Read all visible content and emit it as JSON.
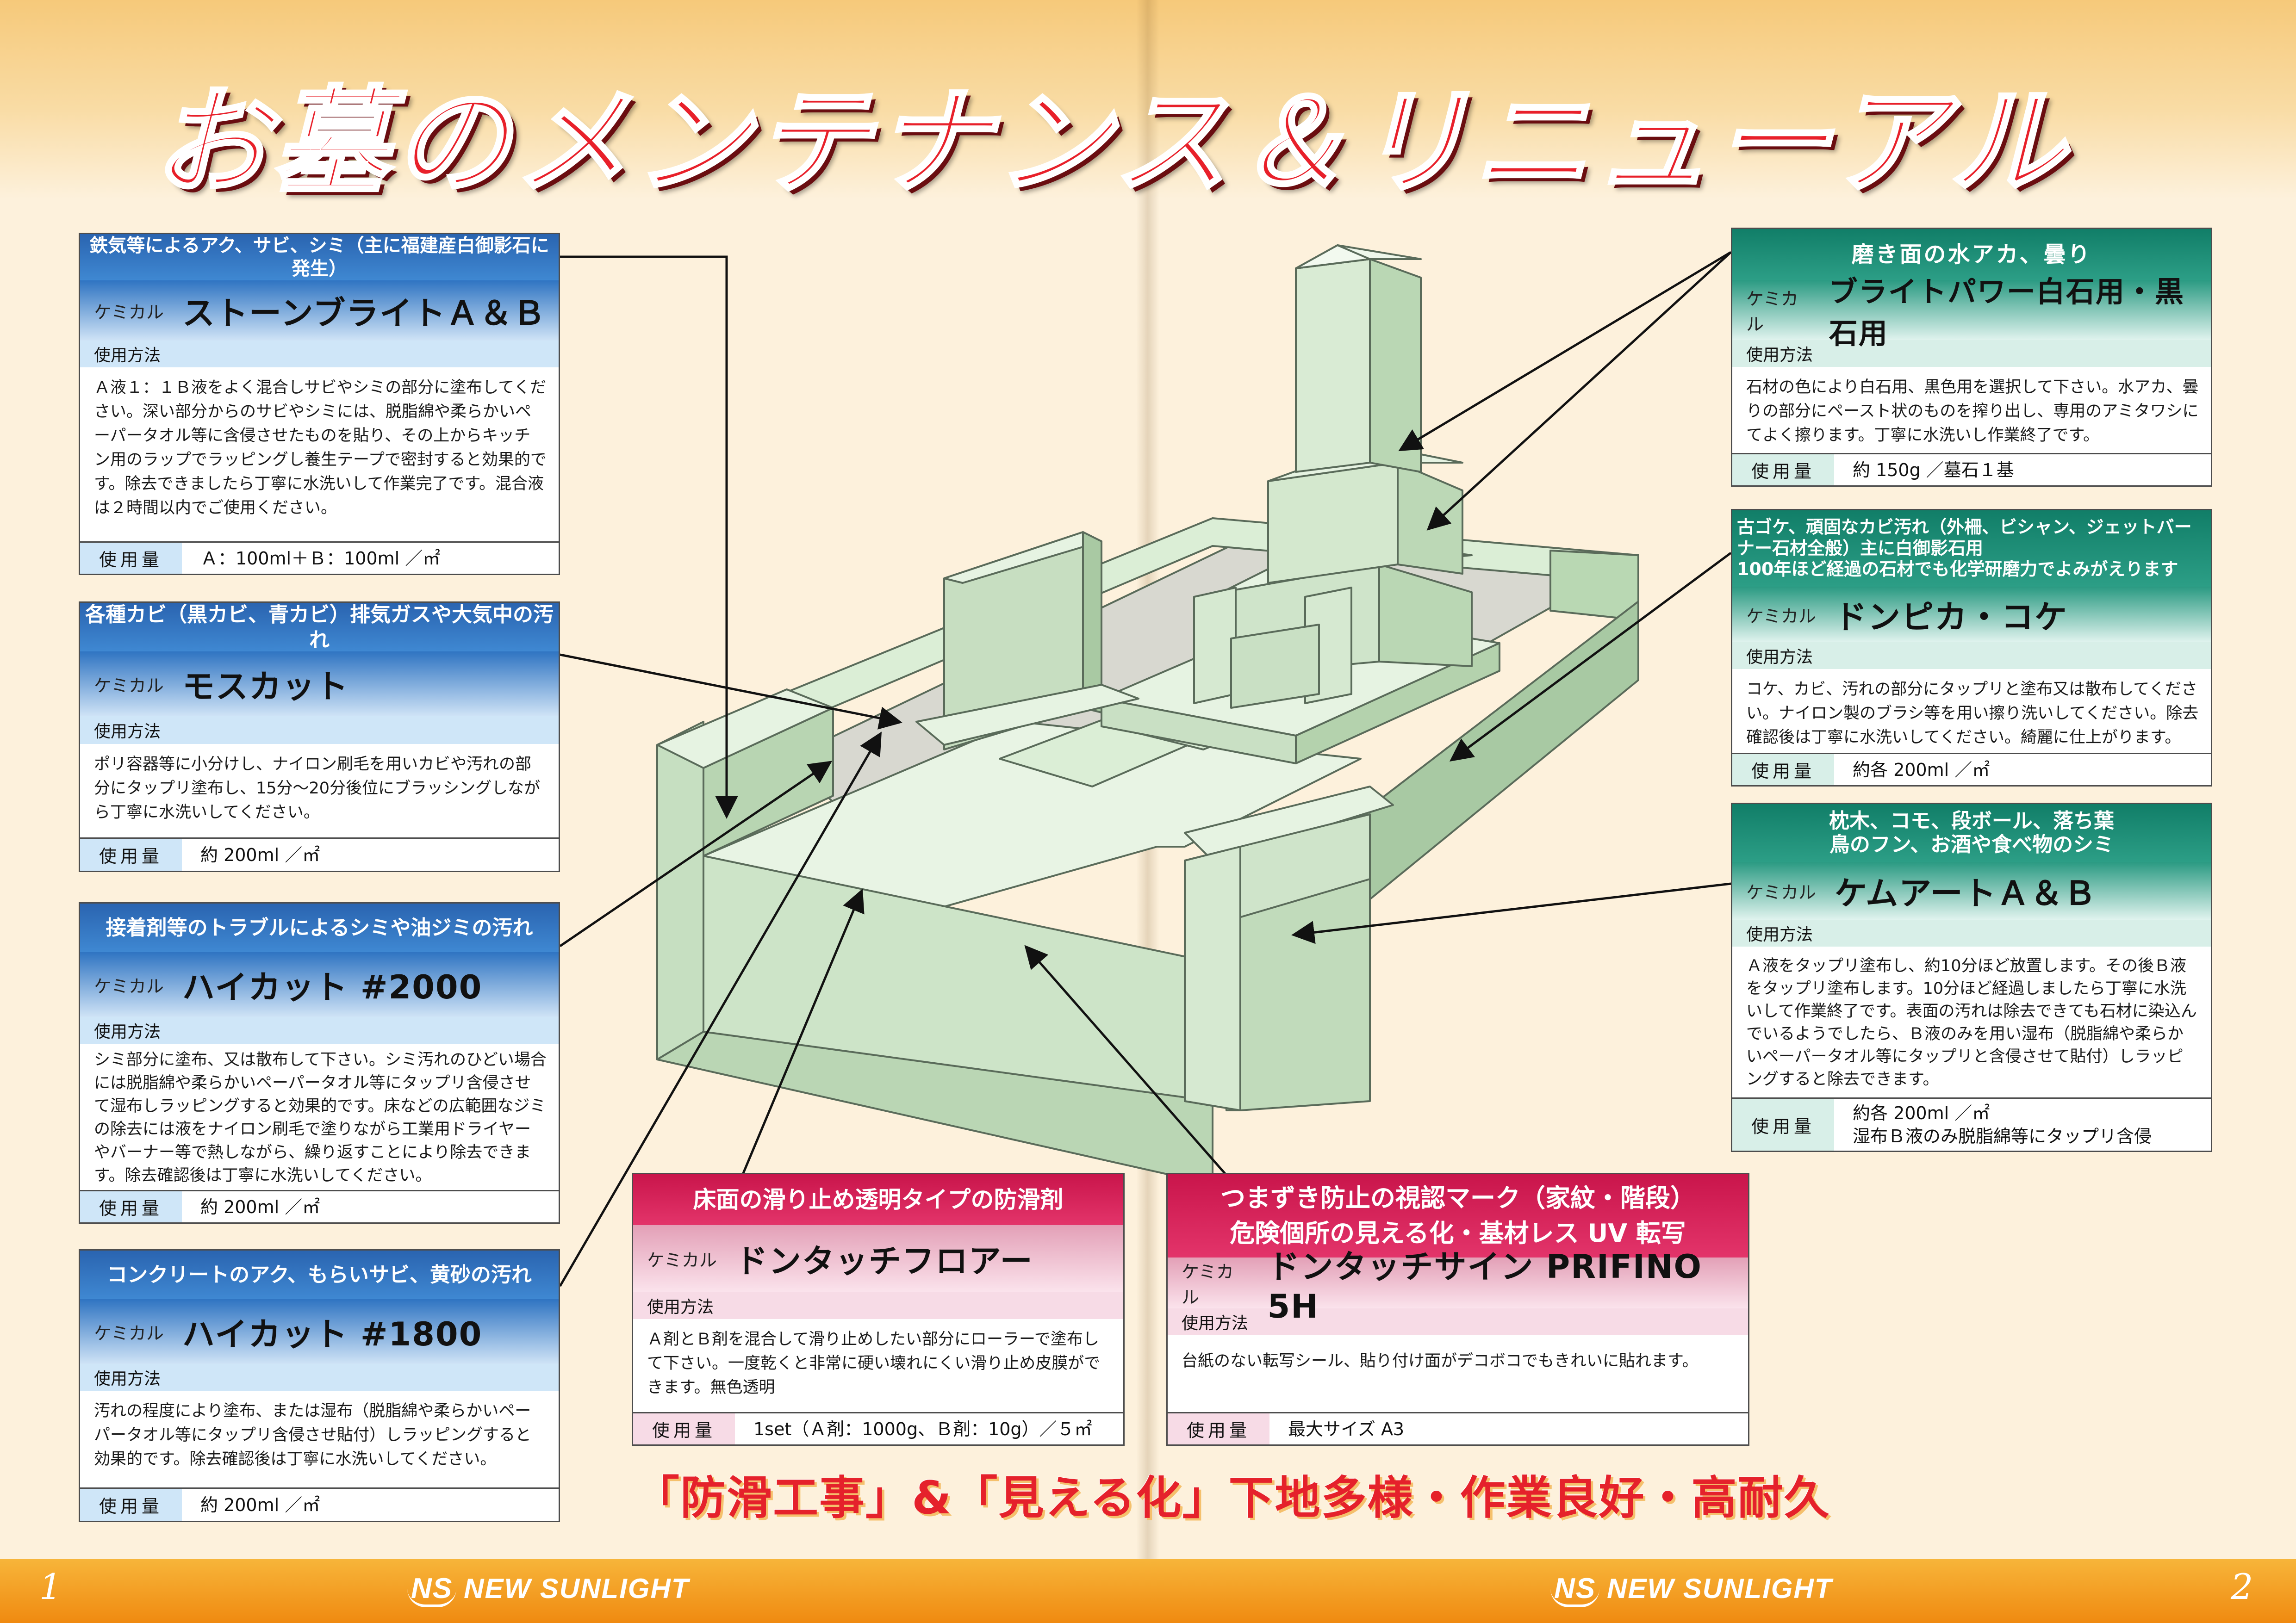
{
  "title": "お墓のメンテナンス＆リニューアル",
  "page_left": "1",
  "page_right": "2",
  "brand": {
    "logo": "NS",
    "name": "NEW SUNLIGHT"
  },
  "slogan": "「防滑工事」&「見える化」下地多様・作業良好・高耐久",
  "colors": {
    "title_red": "#e8202a",
    "blue_header": "#2a64b0",
    "teal_header": "#117e68",
    "pink_header": "#c9154b",
    "stone": "#cfe3c8",
    "footer": "#f08a10"
  },
  "products": [
    {
      "header": "鉄気等によるアク、サビ、シミ（主に福建産白御影石に発生）",
      "category": "ケミカル",
      "name": "ストーンブライトＡ＆Ｂ",
      "usage_label": "使用方法",
      "description": "Ａ液１：１Ｂ液をよく混合しサビやシミの部分に塗布してください。深い部分からのサビやシミには、脱脂綿や柔らかいペーパータオル等に含侵させたものを貼り、その上からキッチン用のラップでラッピングし養生テープで密封すると効果的です。除去できましたら丁寧に水洗いして作業完了です。混合液は２時間以内でご使用ください。",
      "amount_label": "使用量",
      "amount": "Ａ：100ml＋Ｂ：100ml ／㎡"
    },
    {
      "header": "各種カビ（黒カビ、青カビ）排気ガスや大気中の汚れ",
      "category": "ケミカル",
      "name": "モスカット",
      "usage_label": "使用方法",
      "description": "ポリ容器等に小分けし、ナイロン刷毛を用いカビや汚れの部分にタップリ塗布し、15分～20分後位にブラッシングしながら丁寧に水洗いしてください。",
      "amount_label": "使用量",
      "amount": "約 200ml ／㎡"
    },
    {
      "header": "接着剤等のトラブルによるシミや油ジミの汚れ",
      "category": "ケミカル",
      "name": "ハイカット #2000",
      "usage_label": "使用方法",
      "description": "シミ部分に塗布、又は散布して下さい。シミ汚れのひどい場合には脱脂綿や柔らかいペーパータオル等にタップリ含侵させて湿布しラッピングすると効果的です。床などの広範囲なジミの除去には液をナイロン刷毛で塗りながら工業用ドライヤーやバーナー等で熱しながら、繰り返すことにより除去できます。除去確認後は丁寧に水洗いしてください。",
      "amount_label": "使用量",
      "amount": "約 200ml ／㎡"
    },
    {
      "header": "コンクリートのアク、もらいサビ、黄砂の汚れ",
      "category": "ケミカル",
      "name": "ハイカット #1800",
      "usage_label": "使用方法",
      "description": "汚れの程度により塗布、または湿布（脱脂綿や柔らかいペーパータオル等にタップリ含侵させ貼付）しラッピングすると効果的です。除去確認後は丁寧に水洗いしてください。",
      "amount_label": "使用量",
      "amount": "約 200ml ／㎡"
    },
    {
      "header": "磨き面の水アカ、曇り",
      "category": "ケミカル",
      "name": "ブライトパワー白石用・黒石用",
      "usage_label": "使用方法",
      "description": "石材の色により白石用、黒色用を選択して下さい。水アカ、曇りの部分にペースト状のものを搾り出し、専用のアミタワシにてよく擦ります。丁寧に水洗いし作業終了です。",
      "amount_label": "使用量",
      "amount": "約 150g ／墓石１基"
    },
    {
      "header": "古ゴケ、頑固なカビ汚れ（外柵、ビシャン、ジェットバーナー石材全般）主に白御影石用\n100年ほど経過の石材でも化学研磨力でよみがえります",
      "category": "ケミカル",
      "name": "ドンピカ・コケ",
      "usage_label": "使用方法",
      "description": "コケ、カビ、汚れの部分にタップリと塗布又は散布してください。ナイロン製のブラシ等を用い擦り洗いしてください。除去確認後は丁寧に水洗いしてください。綺麗に仕上がります。",
      "amount_label": "使用量",
      "amount": "約各 200ml ／㎡"
    },
    {
      "header": "枕木、コモ、段ボール、落ち葉\n鳥のフン、お酒や食べ物のシミ",
      "category": "ケミカル",
      "name": "ケムアートＡ＆Ｂ",
      "usage_label": "使用方法",
      "description": "Ａ液をタップリ塗布し、約10分ほど放置します。その後Ｂ液をタップリ塗布します。10分ほど経過しましたら丁寧に水洗いして作業終了です。表面の汚れは除去できても石材に染込んでいるようでしたら、Ｂ液のみを用い湿布（脱脂綿や柔らかいペーパータオル等にタップリと含侵させて貼付）しラッピングすると除去できます。",
      "amount_label": "使用量",
      "amount": "約各 200ml ／㎡",
      "amount2": "湿布Ｂ液のみ脱脂綿等にタップリ含侵"
    },
    {
      "header": "床面の滑り止め透明タイプの防滑剤",
      "category": "ケミカル",
      "name": "ドンタッチフロアー",
      "usage_label": "使用方法",
      "description": "Ａ剤とＢ剤を混合して滑り止めしたい部分にローラーで塗布して下さい。一度乾くと非常に硬い壊れにくい滑り止め皮膜ができます。無色透明",
      "amount_label": "使用量",
      "amount": "1set（Ａ剤：1000g、Ｂ剤：10g）／５㎡"
    },
    {
      "header": "つまずき防止の視認マーク（家紋・階段）\n危険個所の見える化・基材レス UV 転写",
      "category": "ケミカル",
      "name": "ドンタッチサイン PRIFINO 5H",
      "usage_label": "使用方法",
      "description": "台紙のない転写シール、貼り付け面がデコボコでもきれいに貼れます。",
      "amount_label": "使用量",
      "amount": "最大サイズ A3"
    }
  ]
}
